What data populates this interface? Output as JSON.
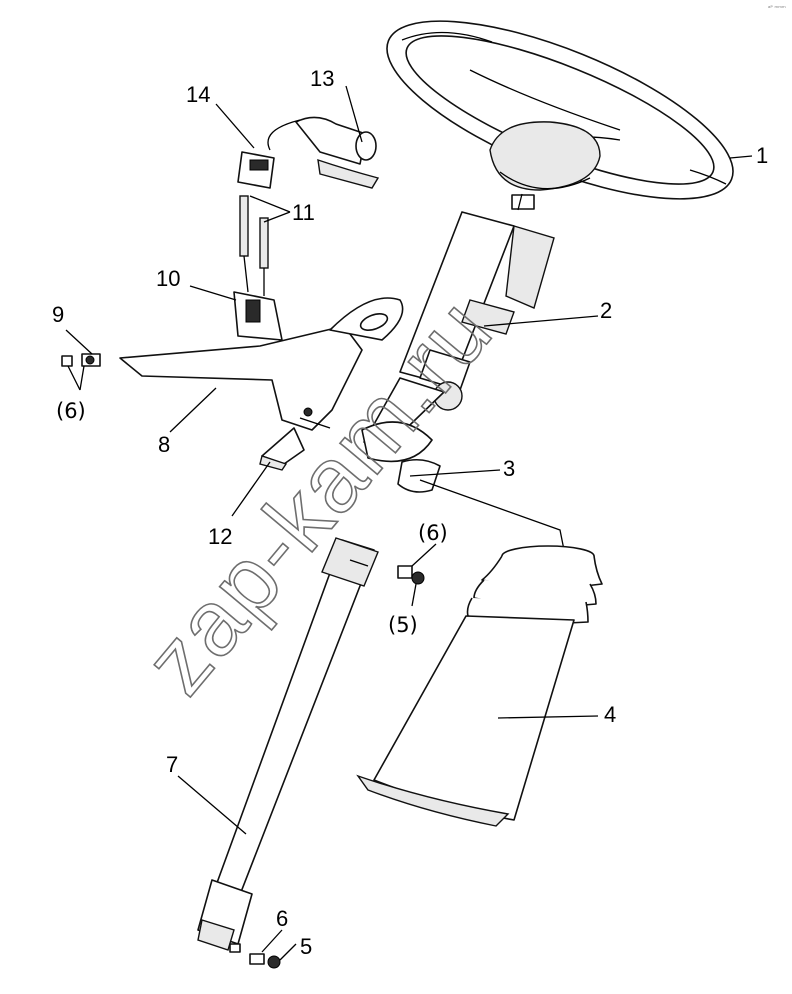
{
  "corner_mark": "ᵃᴾ ᵐᵐᵐ",
  "watermark": "zap-kam.ru",
  "callouts": {
    "c1": "1",
    "c2": "2",
    "c3": "3",
    "c4": "4",
    "c5_paren": "(5)",
    "c5": "5",
    "c6_paren_top": "(6)",
    "c6_paren_left": "(6)",
    "c6": "6",
    "c7": "7",
    "c8": "8",
    "c9": "9",
    "c10": "10",
    "c11": "11",
    "c12": "12",
    "c13": "13",
    "c14": "14"
  }
}
